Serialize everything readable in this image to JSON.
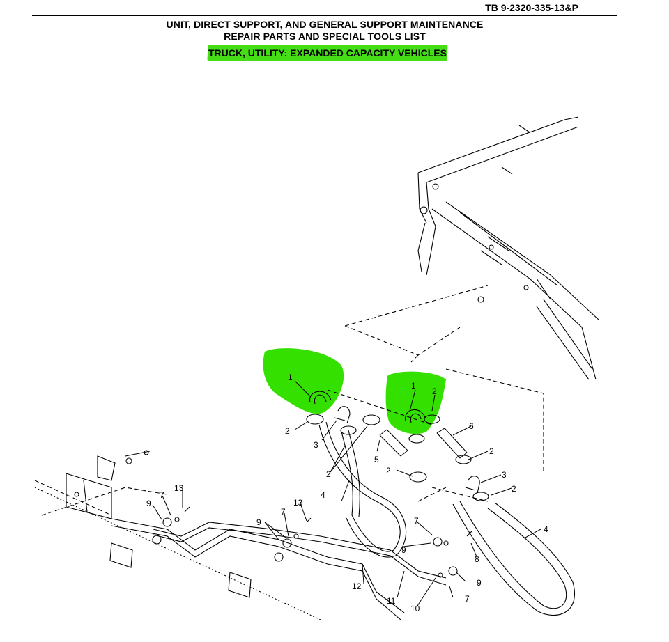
{
  "header": {
    "doc_id": "TB 9-2320-335-13&P",
    "title_line1": "UNIT, DIRECT SUPPORT, AND GENERAL SUPPORT MAINTENANCE",
    "title_line2": "REPAIR PARTS AND SPECIAL TOOLS LIST",
    "subtitle": "TRUCK, UTILITY: EXPANDED CAPACITY VEHICLES",
    "highlight_color": "#44dd16"
  },
  "callouts": {
    "c1a": "1",
    "c1b": "1",
    "c2a": "2",
    "c2b": "2",
    "c2c": "2",
    "c2d": "2",
    "c2e": "2",
    "c2f": "2",
    "c3a": "3",
    "c3b": "3",
    "c4a": "4",
    "c4b": "4",
    "c5": "5",
    "c6": "6",
    "c7a": "7",
    "c7b": "7",
    "c7c": "7",
    "c7d": "7",
    "c8": "8",
    "c9a": "9",
    "c9b": "9",
    "c9c": "9",
    "c9d": "9",
    "c10": "10",
    "c11": "11",
    "c12": "12",
    "c13a": "13",
    "c13b": "13"
  },
  "annotation_color": "#33e000"
}
